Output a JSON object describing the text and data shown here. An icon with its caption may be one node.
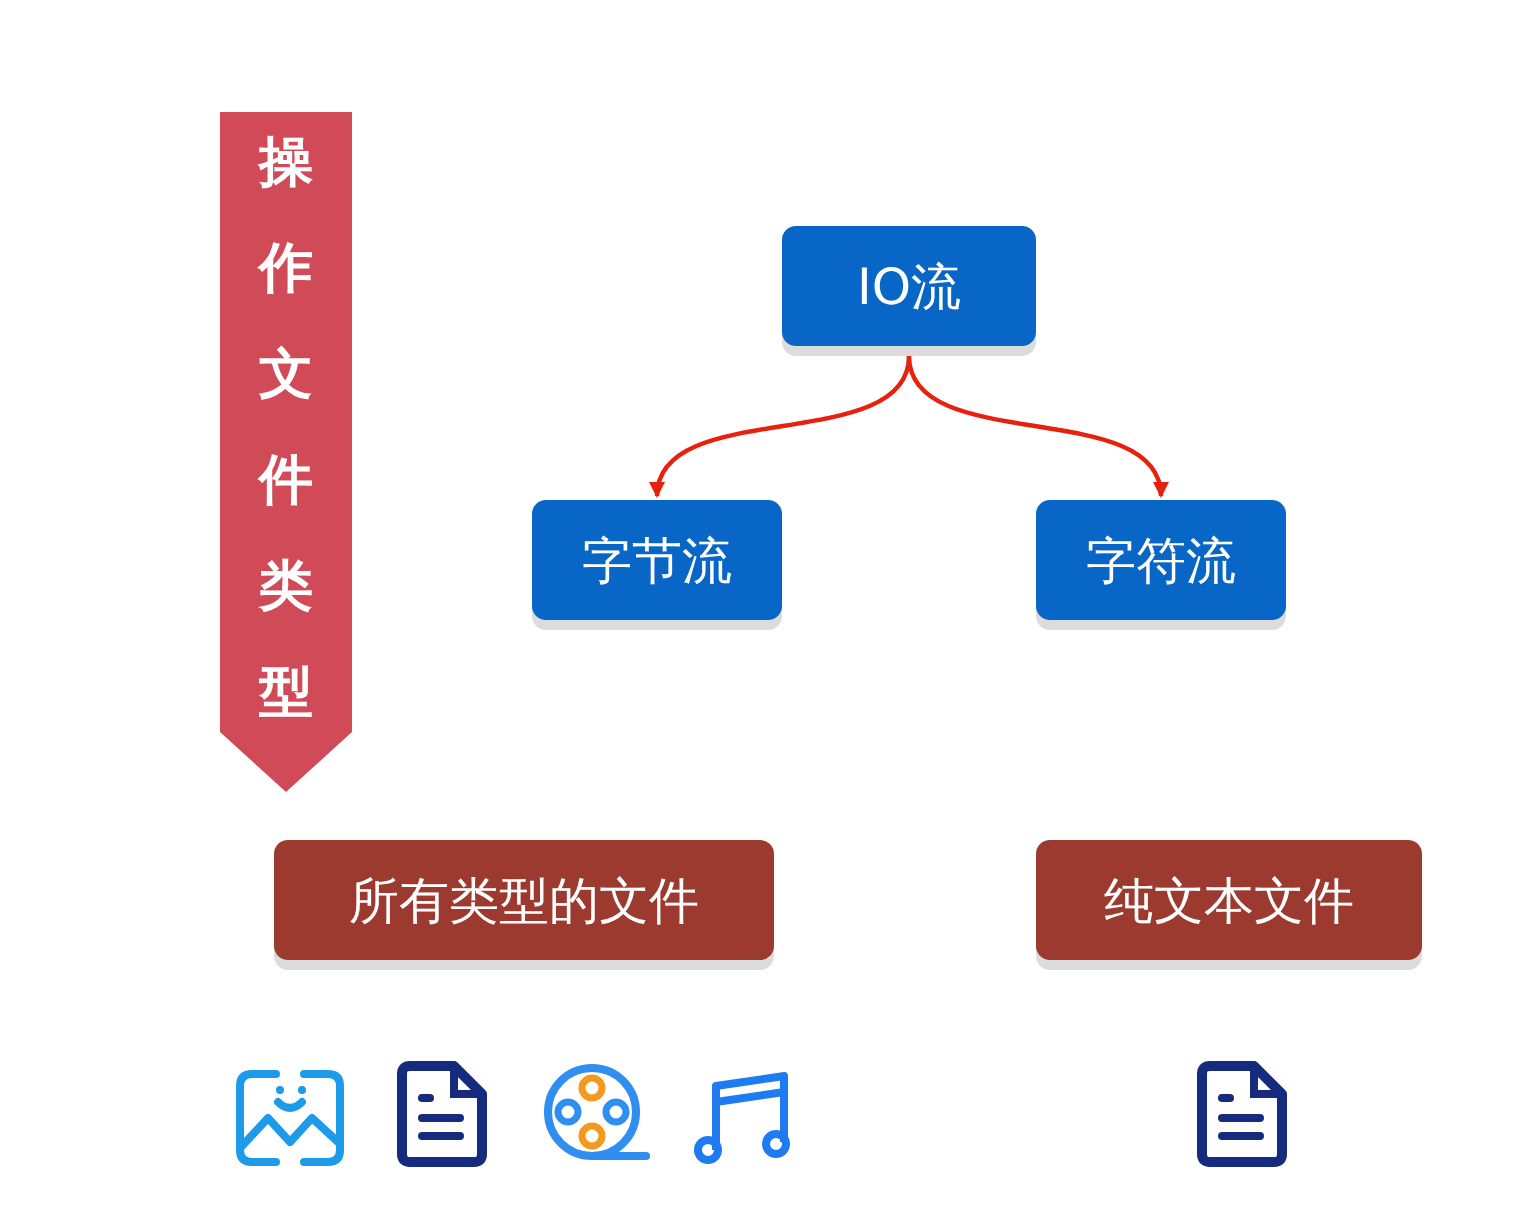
{
  "diagram": {
    "nodes": [
      {
        "text": [
          "操作文件类型"
        ]
      },
      {
        "text": [
          "IO流"
        ]
      },
      {
        "text": [
          "字节流"
        ]
      },
      {
        "text": [
          "字符流"
        ]
      },
      {
        "text": [
          "所有类型的文件"
        ]
      },
      {
        "text": [
          "纯文本文件"
        ]
      }
    ],
    "edges": [
      {
        "from": 1,
        "to": 2,
        "arrow": "to",
        "color": "#e8200e"
      },
      {
        "from": 1,
        "to": 3,
        "arrow": "to",
        "color": "#e8200e"
      }
    ]
  }
}
